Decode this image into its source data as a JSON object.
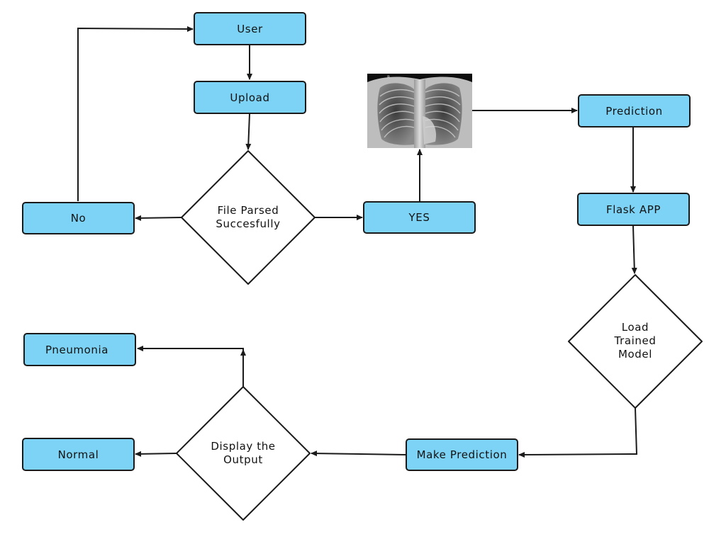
{
  "nodes": {
    "user": "User",
    "upload": "Upload",
    "file_parsed": [
      "File Parsed",
      "Succesfully"
    ],
    "no": "No",
    "yes": "YES",
    "prediction": "Prediction",
    "flask_app": "Flask APP",
    "load_model": [
      "Load",
      "Trained",
      "Model"
    ],
    "make_prediction": "Make Prediction",
    "display_output": [
      "Display the",
      "Output"
    ],
    "pneumonia": "Pneumonia",
    "normal": "Normal"
  },
  "xray_marker": "R",
  "colors": {
    "box_fill": "#7dd3f5",
    "stroke": "#1a1a1a",
    "background": "#ffffff"
  }
}
